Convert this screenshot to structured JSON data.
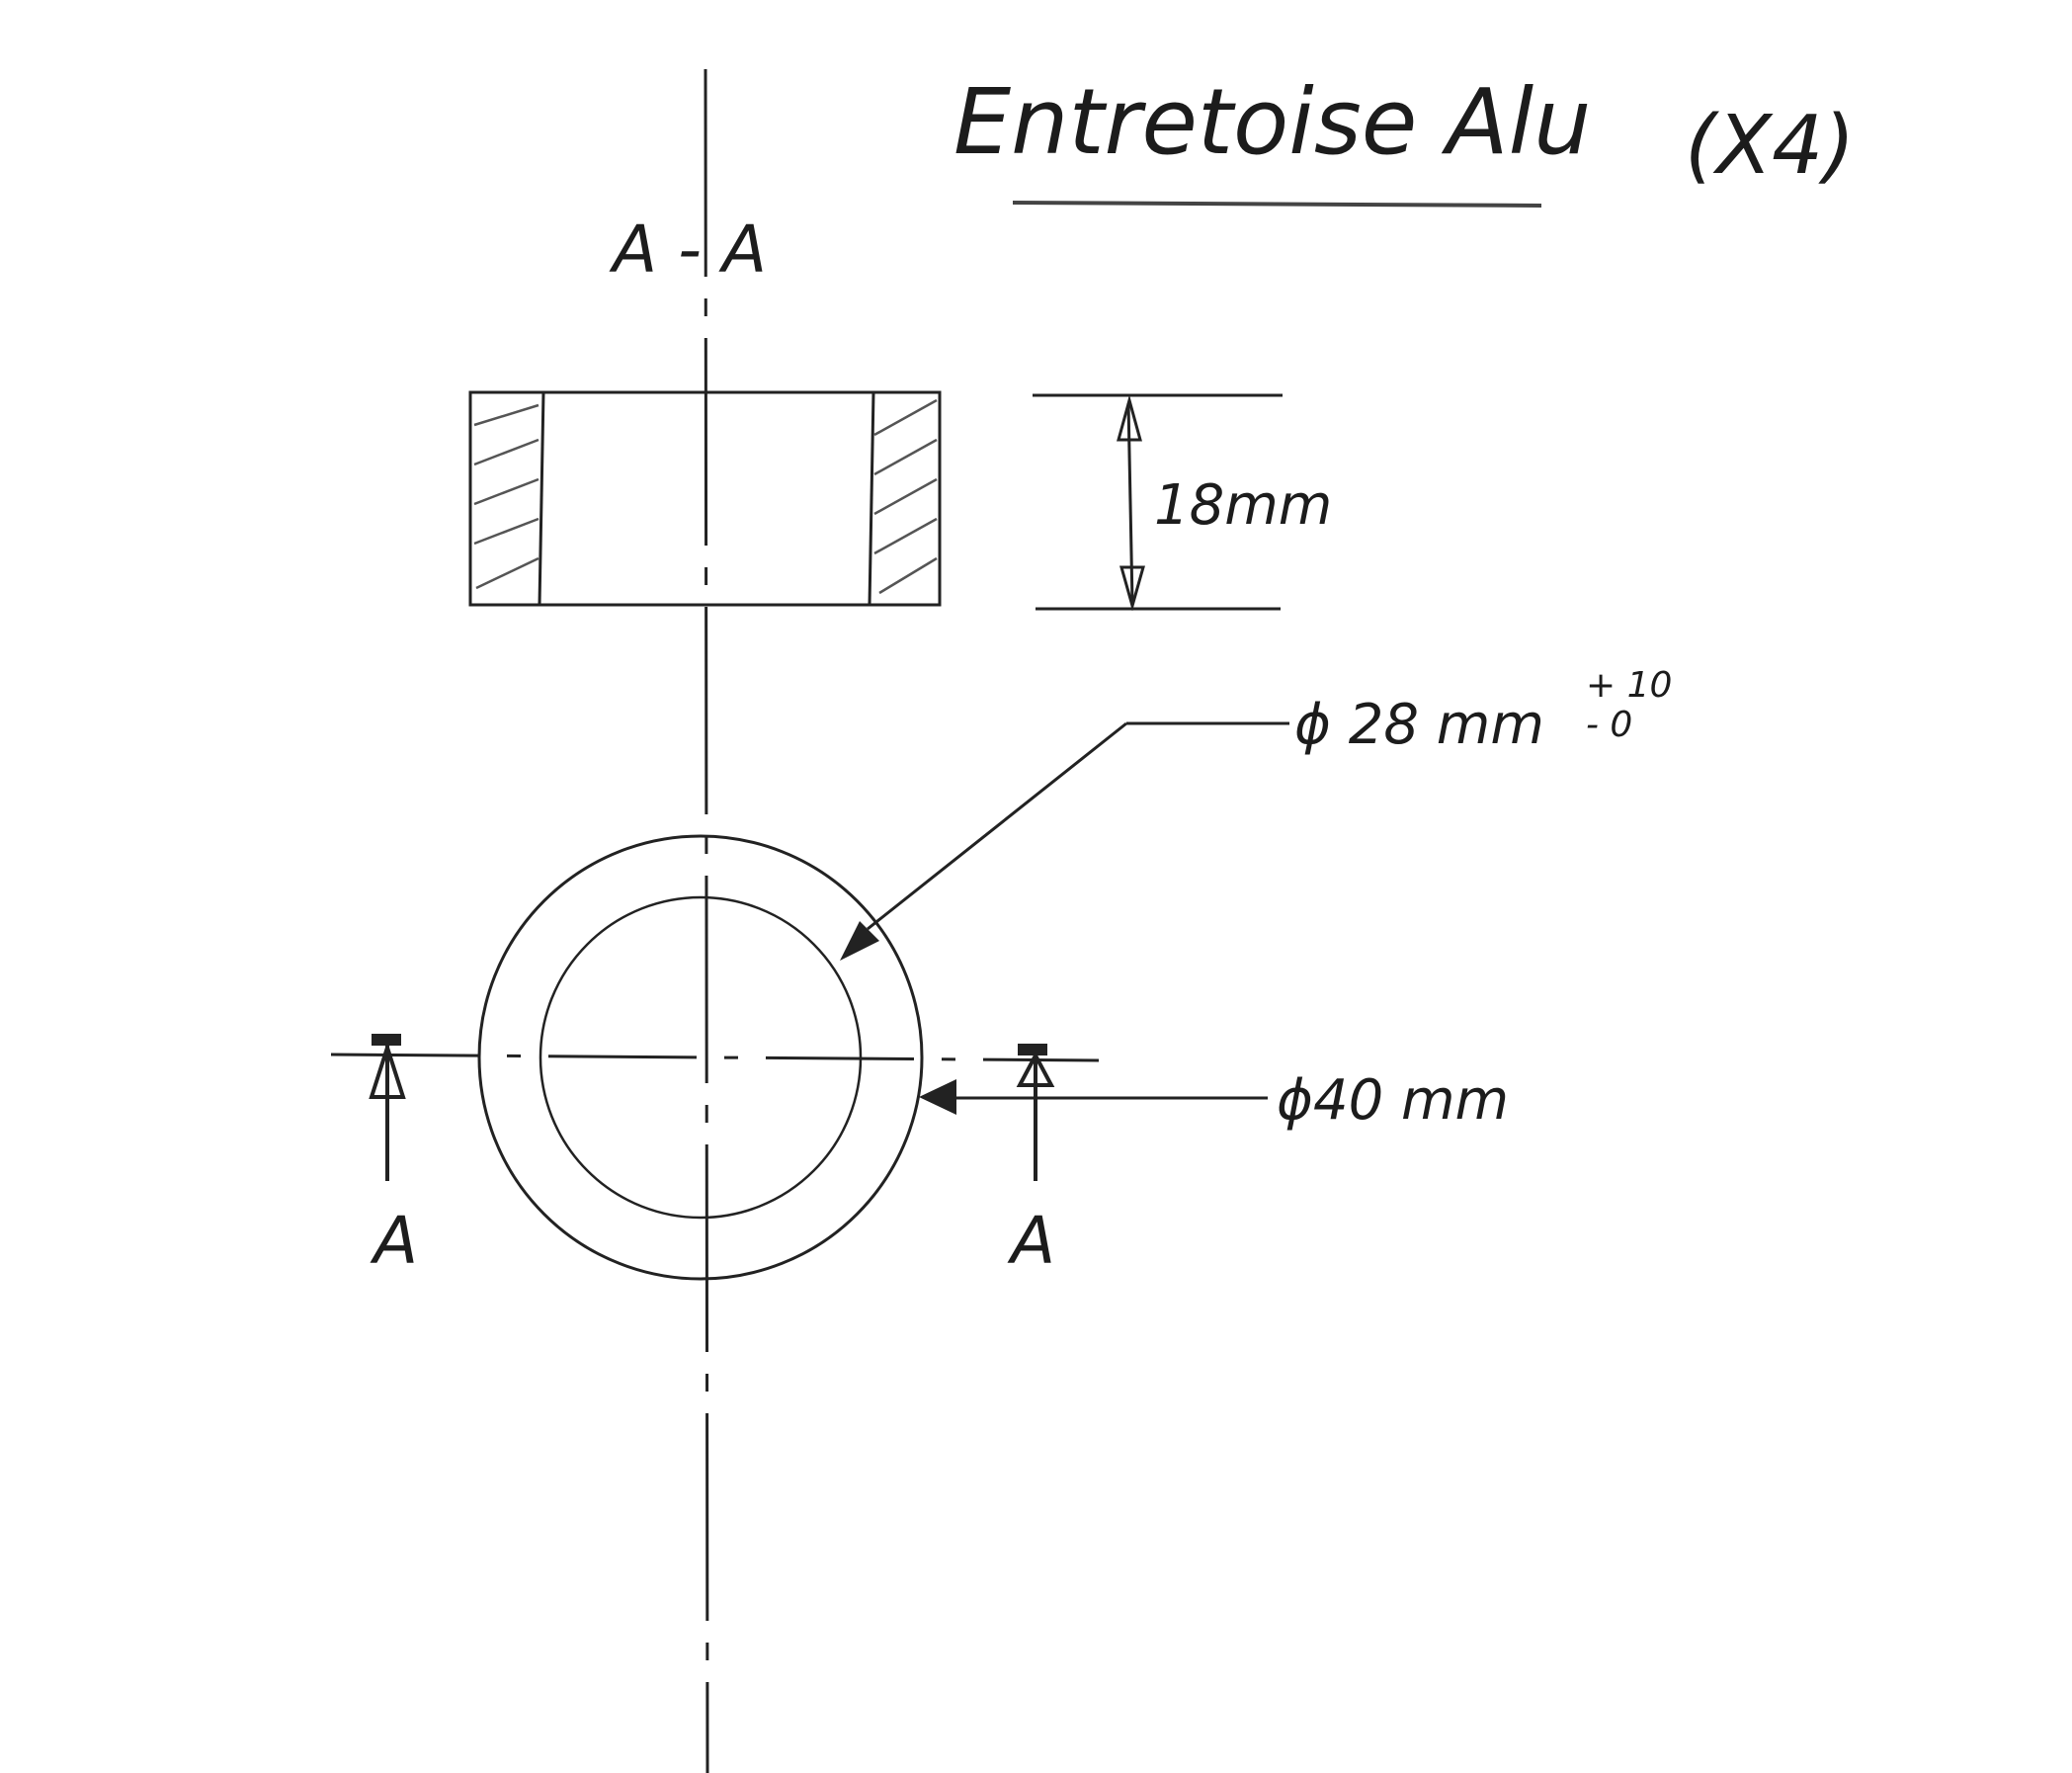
{
  "title": "Entretoise Alu",
  "quantity": "(X4)",
  "section_view_label": "A - A",
  "section_markers": [
    "A",
    "A"
  ],
  "dimensions": {
    "height": "18mm",
    "inner_diameter": "ϕ 28 mm",
    "inner_tolerance_upper": "+ 10",
    "inner_tolerance_lower": "- 0",
    "outer_diameter": "ϕ40 mm"
  },
  "colors": {
    "ink": "#1c1c1c",
    "paper": "#ffffff",
    "hatch": "#555555"
  }
}
